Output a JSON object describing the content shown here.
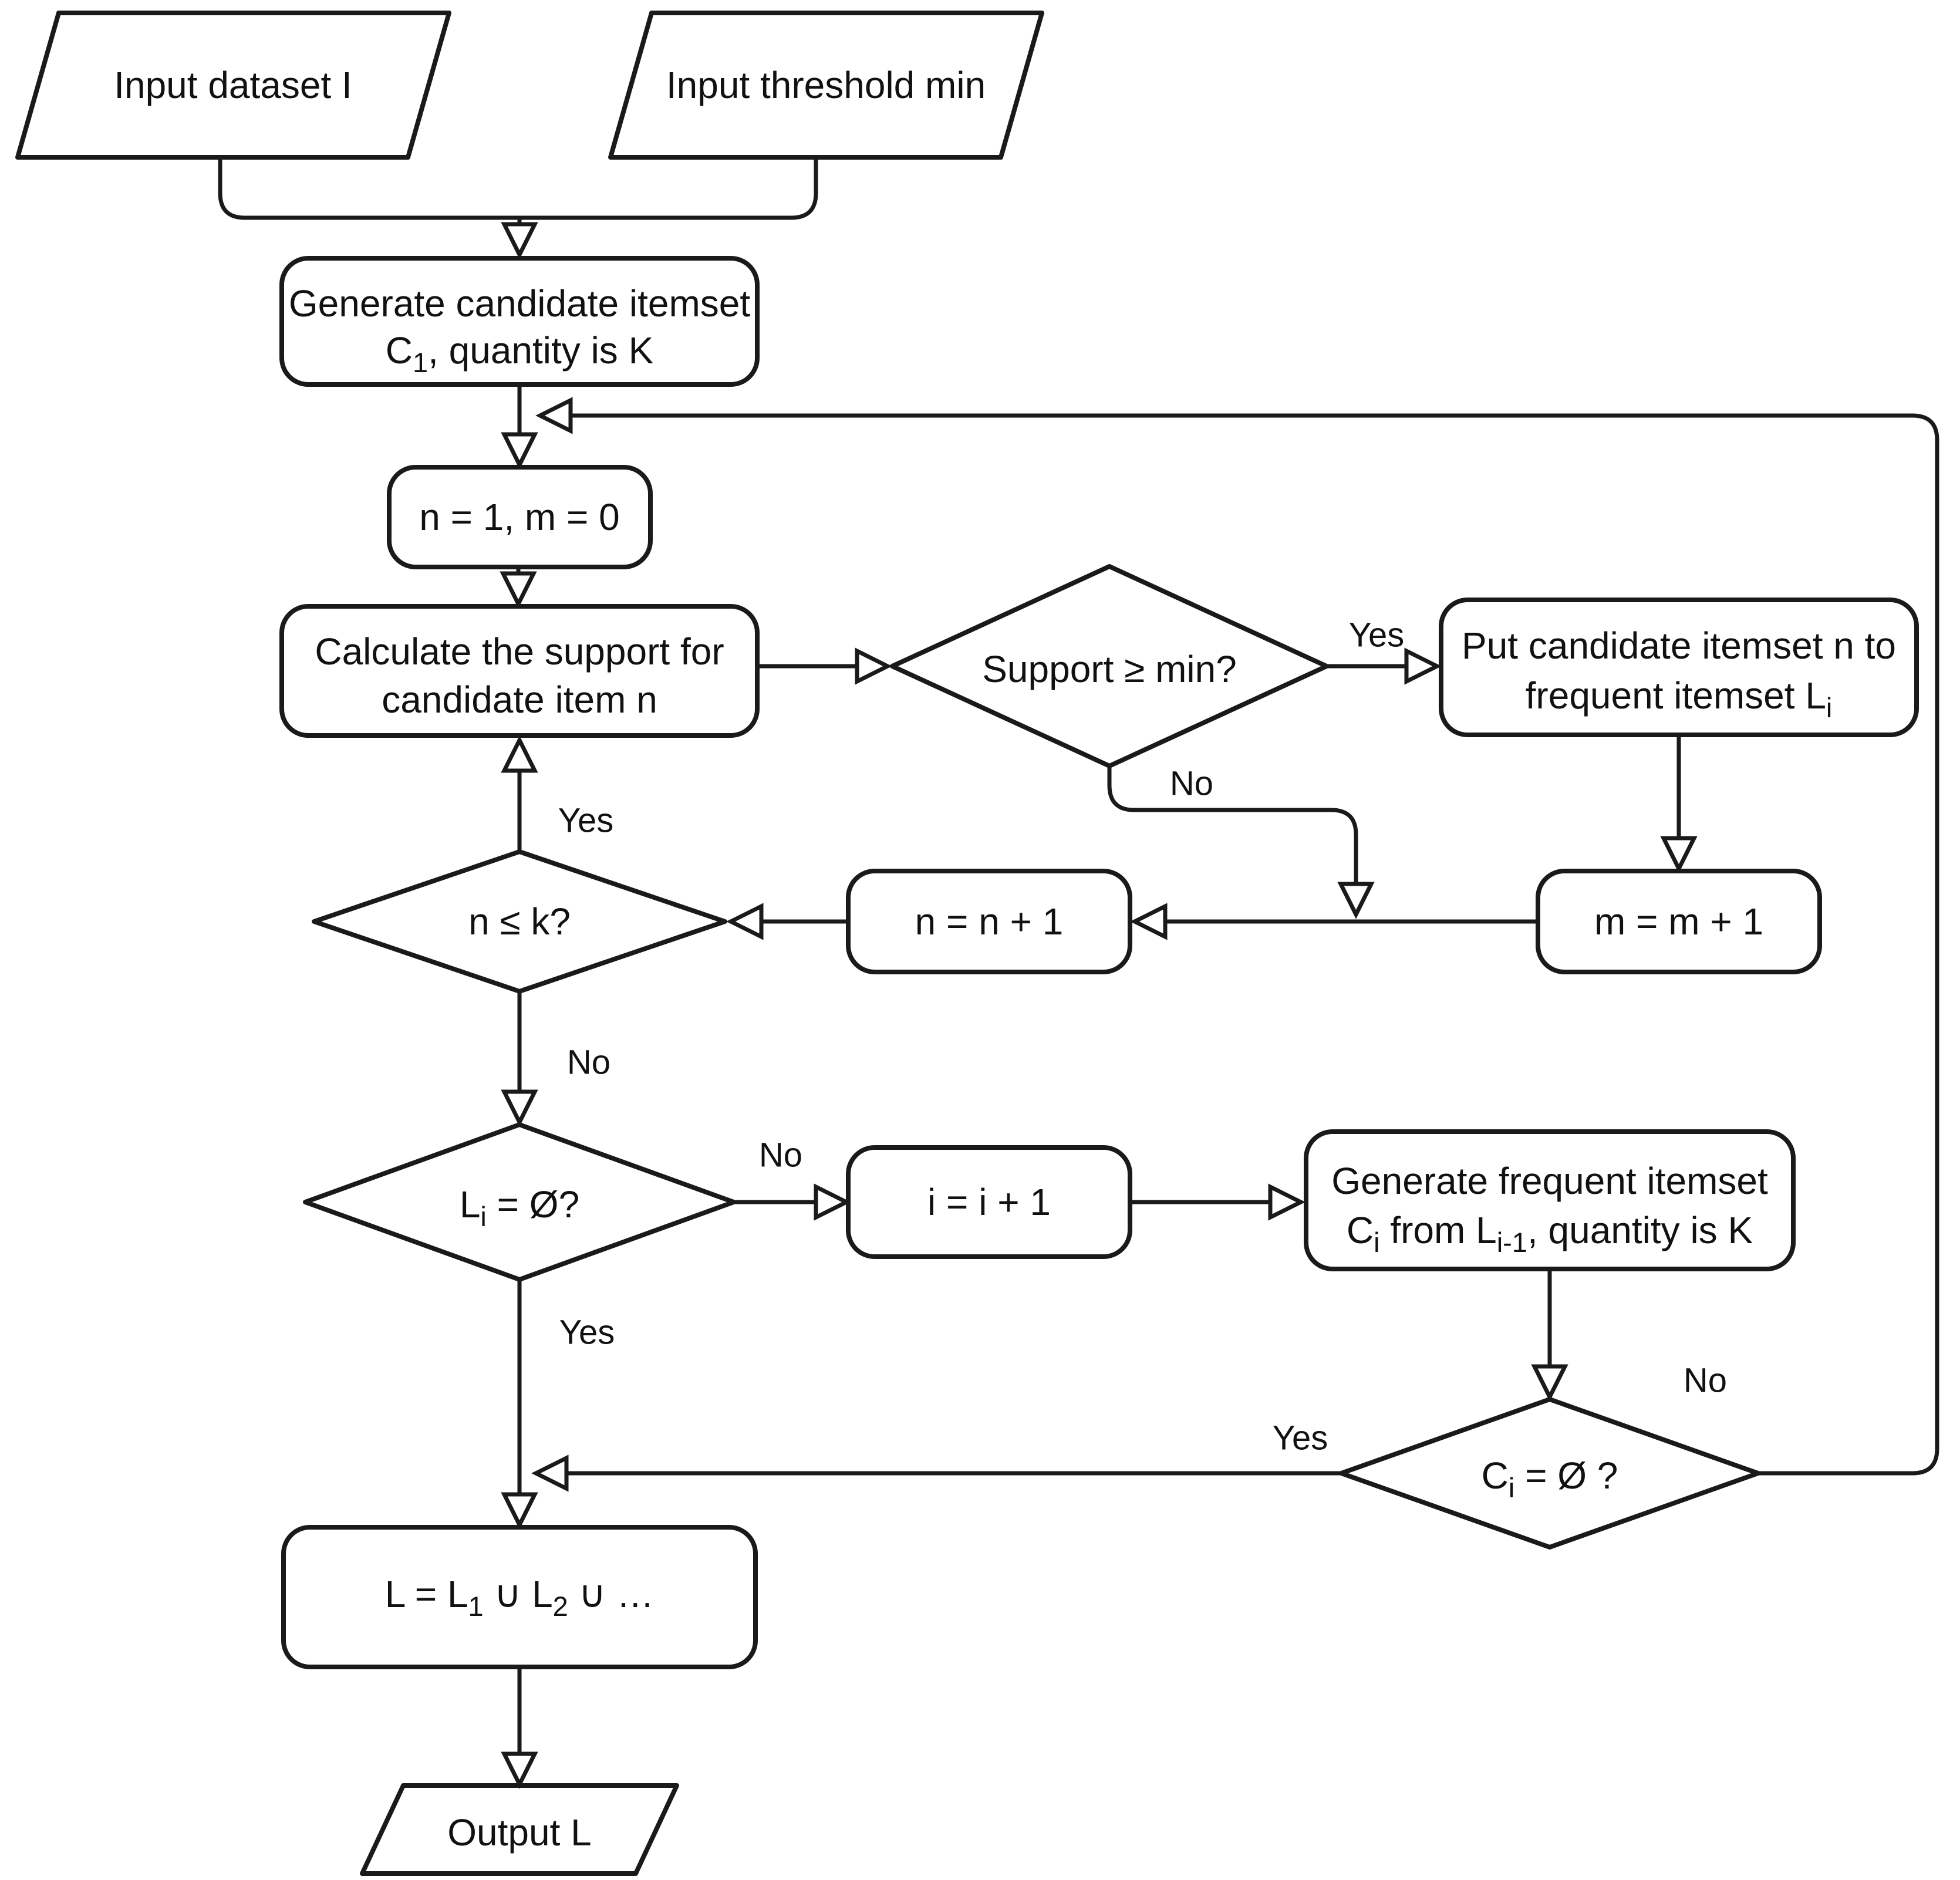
{
  "nodes": {
    "input_dataset": {
      "label": "Input dataset I"
    },
    "input_threshold": {
      "label": "Input threshold min"
    },
    "gen_candidate": {
      "line1": "Generate candidate itemset",
      "line2_main": "C",
      "line2_sub": "1",
      "line2_rest": ", quantity is K"
    },
    "init": {
      "label": "n = 1, m = 0"
    },
    "calc_support": {
      "line1": "Calculate the support for",
      "line2": "candidate item n"
    },
    "support_check": {
      "label": "Support ≥ min?"
    },
    "put_candidate": {
      "line1": "Put candidate itemset n to",
      "line2_main": "frequent itemset L",
      "line2_sub": "i"
    },
    "m_increment": {
      "label": "m = m + 1"
    },
    "n_increment": {
      "label": "n = n + 1"
    },
    "n_check": {
      "label": "n ≤ k?"
    },
    "li_check": {
      "main": "L",
      "sub": "i",
      "rest": " = Ø?"
    },
    "i_increment": {
      "label": "i = i + 1"
    },
    "gen_frequent": {
      "line1": "Generate frequent itemset",
      "l2_a": "C",
      "l2_a_sub": "i",
      "l2_b": " from L",
      "l2_b_sub": "i-1",
      "l2_c": ", quantity is K"
    },
    "ci_check": {
      "main": "C",
      "sub": "i",
      "rest": " = Ø ?"
    },
    "union": {
      "a": "L = L",
      "sub1": "1",
      "b": " ∪ L",
      "sub2": "2",
      "c": " ∪ …"
    },
    "output": {
      "label": "Output L"
    }
  },
  "edge_labels": {
    "support_yes": "Yes",
    "support_no": "No",
    "n_check_yes": "Yes",
    "n_check_no": "No",
    "li_no": "No",
    "li_yes": "Yes",
    "ci_no": "No",
    "ci_yes": "Yes"
  },
  "colors": {
    "line": "#1a1a1a",
    "shape_fill": "#ffffff",
    "text": "#111111",
    "background": "#ffffff"
  }
}
